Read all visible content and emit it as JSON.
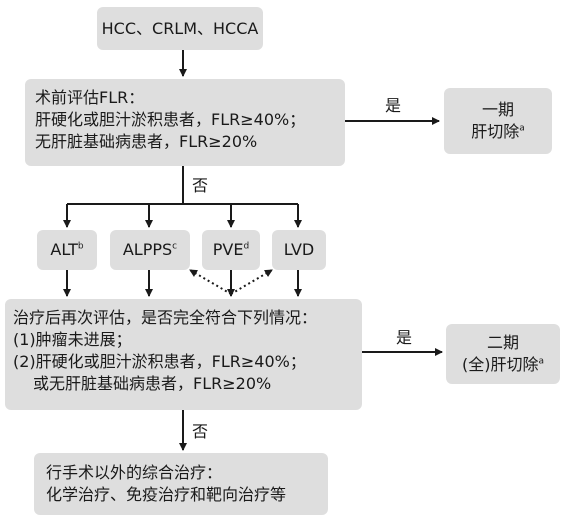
{
  "start": {
    "text": "HCC、CRLM、HCCA"
  },
  "assess1": {
    "line1": "术前评估FLR：",
    "line2": "肝硬化或胆汁淤积患者，FLR≥40%；",
    "line3": "无肝脏基础病患者，FLR≥20%"
  },
  "yes_label": "是",
  "no_label": "否",
  "stage1": {
    "line1": "一期",
    "line2": "肝切除",
    "sup": "a"
  },
  "options": [
    {
      "name": "ALT",
      "sup": "b"
    },
    {
      "name": "ALPPS",
      "sup": "c"
    },
    {
      "name": "PVE",
      "sup": "d"
    },
    {
      "name": "LVD",
      "sup": ""
    }
  ],
  "assess2": {
    "line1": "治疗后再次评估，是否完全符合下列情况：",
    "line2": "(1)肿瘤未进展；",
    "line3": "(2)肝硬化或胆汁淤积患者，FLR≥40%；",
    "line4": "或无肝脏基础病患者，FLR≥20%"
  },
  "stage2": {
    "line1": "二期",
    "line2": "(全)肝切除",
    "sup": "a"
  },
  "alt_treatment": {
    "line1": "行手术以外的综合治疗：",
    "line2": "化学治疗、免疫治疗和靶向治疗等"
  },
  "colors": {
    "box_fill": "#dedede",
    "line": "#1a1a1a"
  }
}
